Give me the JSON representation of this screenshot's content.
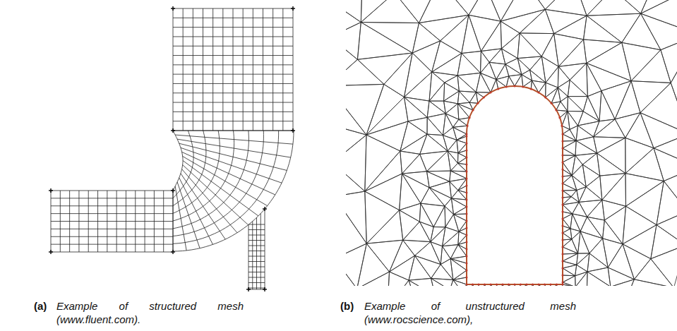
{
  "diagram": {
    "labels": [
      "(a)",
      "Example of structured mesh (www.fluent.com).",
      "(b)",
      "Example of unstructured mesh (www.rocscience.com),"
    ]
  }
}
